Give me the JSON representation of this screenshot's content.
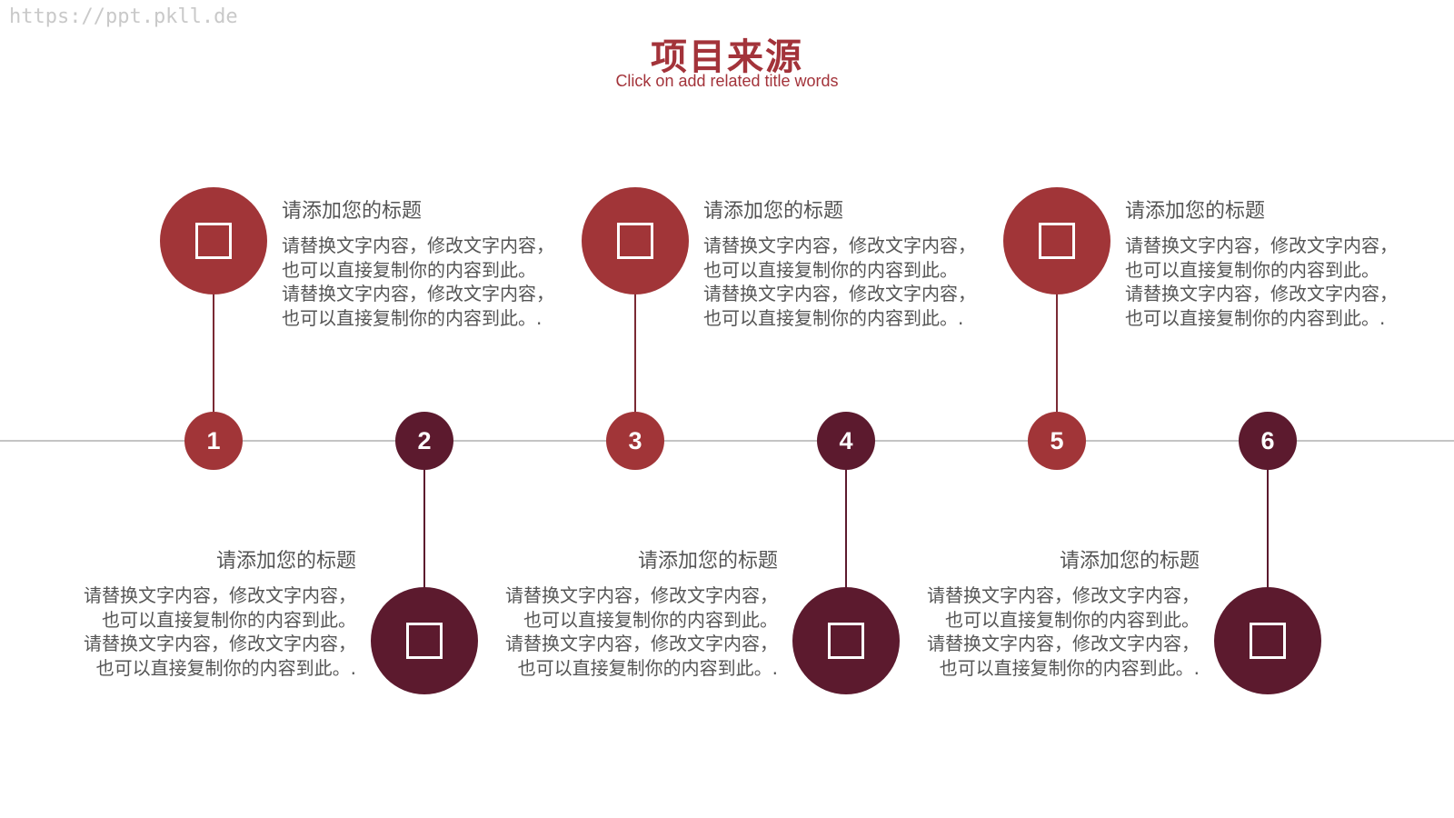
{
  "watermark": "https://ppt.pkll.de",
  "header": {
    "title": "项目来源",
    "subtitle": "Click on add related title words"
  },
  "colors": {
    "accent_red": "#a13538",
    "accent_dark": "#5c1a2e",
    "axis": "#c4c4c4",
    "text": "#555555"
  },
  "timeline": {
    "nodes": [
      {
        "label": "1",
        "color": "red",
        "position": "top"
      },
      {
        "label": "2",
        "color": "dark",
        "position": "bottom"
      },
      {
        "label": "3",
        "color": "red",
        "position": "top"
      },
      {
        "label": "4",
        "color": "dark",
        "position": "bottom"
      },
      {
        "label": "5",
        "color": "red",
        "position": "top"
      },
      {
        "label": "6",
        "color": "dark",
        "position": "bottom"
      }
    ],
    "items": [
      {
        "title": "请添加您的标题",
        "lines": [
          "请替换文字内容，修改文字内容，",
          "也可以直接复制你的内容到此。",
          "请替换文字内容，修改文字内容，",
          "也可以直接复制你的内容到此。."
        ],
        "icon": "square-icon"
      },
      {
        "title": "请添加您的标题",
        "lines": [
          "请替换文字内容，修改文字内容，",
          "也可以直接复制你的内容到此。",
          "请替换文字内容，修改文字内容，",
          "也可以直接复制你的内容到此。."
        ],
        "icon": "square-icon"
      },
      {
        "title": "请添加您的标题",
        "lines": [
          "请替换文字内容，修改文字内容，",
          "也可以直接复制你的内容到此。",
          "请替换文字内容，修改文字内容，",
          "也可以直接复制你的内容到此。."
        ],
        "icon": "square-icon"
      },
      {
        "title": "请添加您的标题",
        "lines": [
          "请替换文字内容，修改文字内容，",
          "也可以直接复制你的内容到此。",
          "请替换文字内容，修改文字内容，",
          "也可以直接复制你的内容到此。."
        ],
        "icon": "square-icon"
      },
      {
        "title": "请添加您的标题",
        "lines": [
          "请替换文字内容，修改文字内容，",
          "也可以直接复制你的内容到此。",
          "请替换文字内容，修改文字内容，",
          "也可以直接复制你的内容到此。."
        ],
        "icon": "square-icon"
      },
      {
        "title": "请添加您的标题",
        "lines": [
          "请替换文字内容，修改文字内容，",
          "也可以直接复制你的内容到此。",
          "请替换文字内容，修改文字内容，",
          "也可以直接复制你的内容到此。."
        ],
        "icon": "square-icon"
      }
    ]
  }
}
